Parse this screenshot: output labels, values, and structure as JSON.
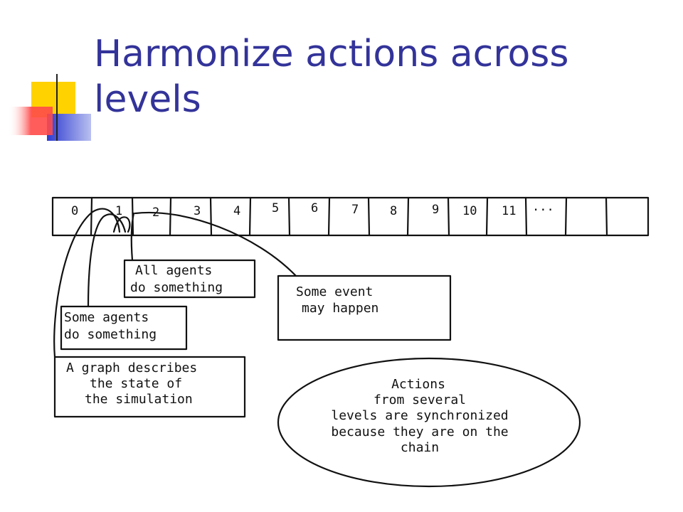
{
  "slide": {
    "title_line1": "Harmonize actions across",
    "title_line2": "levels"
  },
  "timeline": {
    "cells": [
      "0",
      "1",
      "2",
      "3",
      "4",
      "5",
      "6",
      "7",
      "8",
      "9",
      "10",
      "11",
      "...",
      "",
      ""
    ]
  },
  "notes": {
    "all_agents": [
      "All agents",
      "do something"
    ],
    "some_event": [
      "Some event",
      "may happen"
    ],
    "some_agents": [
      "Some agents",
      "do something"
    ],
    "graph": [
      "A graph describes",
      "the state of",
      "the simulation"
    ]
  },
  "ellipse_text": [
    "Actions",
    "from several",
    "levels are synchronized",
    "because they are on the",
    "chain"
  ],
  "colors": {
    "title": "#33339a",
    "deco_yellow": "#ffd200",
    "deco_blue": "#2e3bd0",
    "deco_red": "#ff4a4a"
  }
}
